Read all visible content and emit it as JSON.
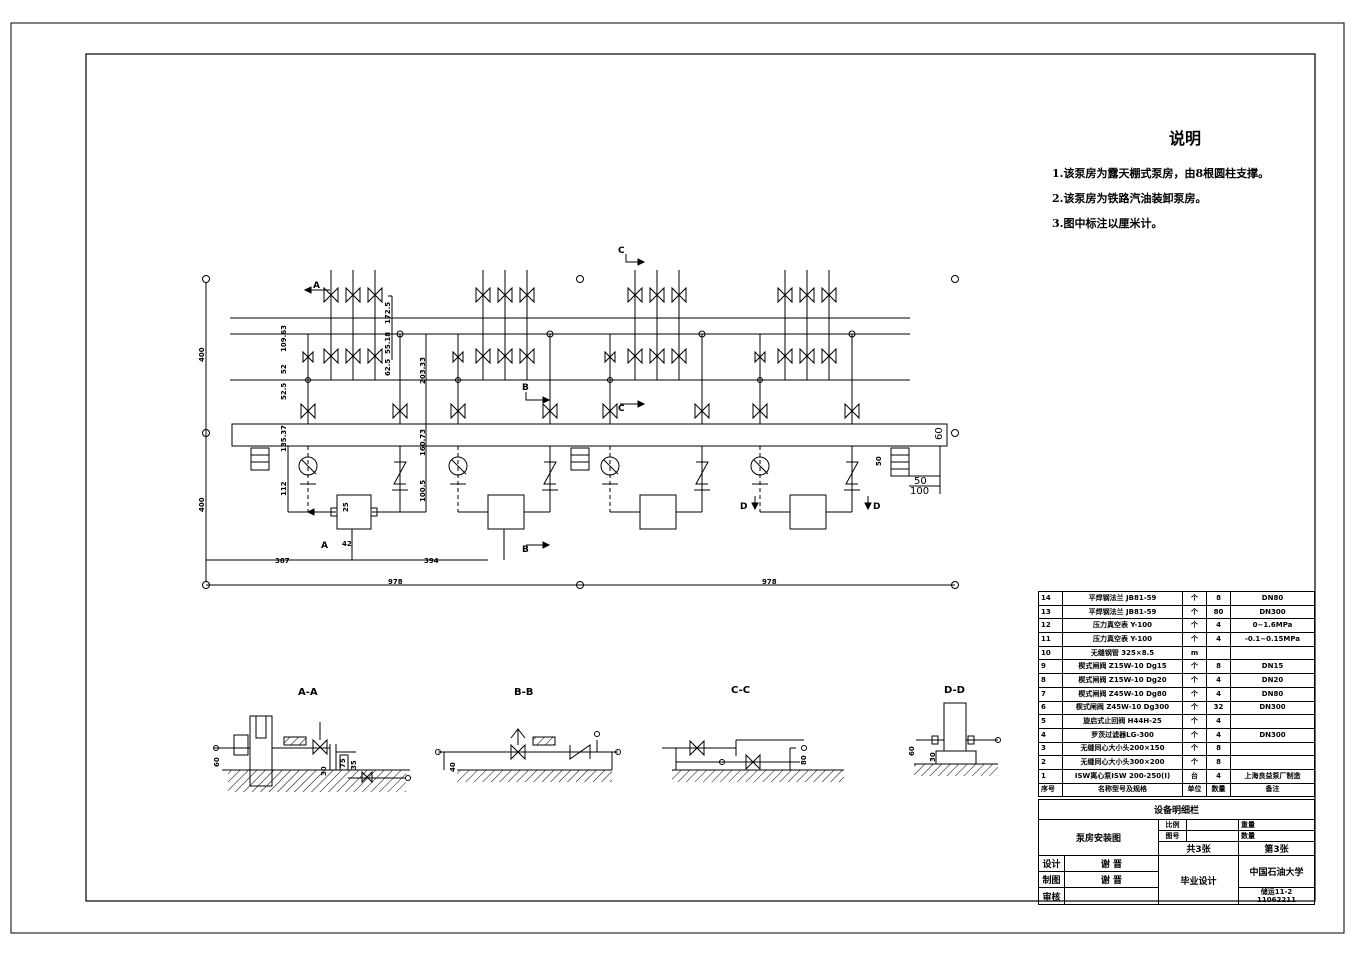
{
  "notes": {
    "title": "说明",
    "lines": [
      "1.该泵房为露天棚式泵房，由8根圆柱支撑。",
      "2.该泵房为铁路汽油装卸泵房。",
      "3.图中标注以厘米计。"
    ]
  },
  "sections": {
    "aa": "A-A",
    "bb": "B-B",
    "cc": "C-C",
    "dd": "D-D"
  },
  "cut_marks": {
    "a": "A",
    "b": "B",
    "c": "C",
    "d": "D"
  },
  "dims": {
    "total_left": "978",
    "total_right": "978",
    "d387": "387",
    "d394": "394",
    "v400_top": "400",
    "v400_bot": "400",
    "d60": "60",
    "d50": "50",
    "d100": "100",
    "d112": "112",
    "d109_63": "109.63",
    "d52": "52",
    "d52_5": "52.5",
    "d62_5": "62.5",
    "d135_37": "135.37",
    "d203_33": "203.33",
    "d160_73": "160.73",
    "d100_5": "100.5",
    "d172_5": "172.5",
    "d55_18": "55.18",
    "d25": "25",
    "d42": "42",
    "d30": "30",
    "d40": "40",
    "d75": "75",
    "d35": "35",
    "d80": "80",
    "d50b": "50"
  },
  "equipment": {
    "rows": [
      {
        "no": "14",
        "name": "平焊钢法兰  JB81-59",
        "unit": "个",
        "qty": "8",
        "note": "DN80"
      },
      {
        "no": "13",
        "name": "平焊钢法兰  JB81-59",
        "unit": "个",
        "qty": "80",
        "note": "DN300"
      },
      {
        "no": "12",
        "name": "压力真空表  Y-100",
        "unit": "个",
        "qty": "4",
        "note": "0~1.6MPa"
      },
      {
        "no": "11",
        "name": "压力真空表  Y-100",
        "unit": "个",
        "qty": "4",
        "note": "-0.1~0.15MPa"
      },
      {
        "no": "10",
        "name": "无缝钢管  325×8.5",
        "unit": "m",
        "qty": "",
        "note": ""
      },
      {
        "no": "9",
        "name": "楔式闸阀  Z15W-10 Dg15",
        "unit": "个",
        "qty": "8",
        "note": "DN15"
      },
      {
        "no": "8",
        "name": "楔式闸阀  Z15W-10 Dg20",
        "unit": "个",
        "qty": "4",
        "note": "DN20"
      },
      {
        "no": "7",
        "name": "楔式闸阀  Z45W-10 Dg80",
        "unit": "个",
        "qty": "4",
        "note": "DN80"
      },
      {
        "no": "6",
        "name": "楔式闸阀  Z45W-10 Dg300",
        "unit": "个",
        "qty": "32",
        "note": "DN300"
      },
      {
        "no": "5",
        "name": "旋启式止回阀 H44H-25",
        "unit": "个",
        "qty": "4",
        "note": ""
      },
      {
        "no": "4",
        "name": "罗茨过滤器LG-300",
        "unit": "个",
        "qty": "4",
        "note": "DN300"
      },
      {
        "no": "3",
        "name": "无缝同心大小头200×150",
        "unit": "个",
        "qty": "8",
        "note": ""
      },
      {
        "no": "2",
        "name": "无缝同心大小头300×200",
        "unit": "个",
        "qty": "8",
        "note": ""
      },
      {
        "no": "1",
        "name": "ISW离心泵ISW 200-250(I)",
        "unit": "台",
        "qty": "4",
        "note": "上海良益泵厂制造"
      }
    ],
    "header": {
      "no": "序号",
      "name": "名称型号及规格",
      "unit": "单位",
      "qty": "数量",
      "note": "备注"
    },
    "caption": "设备明细栏"
  },
  "titleblock": {
    "drawing_name": "泵房安装图",
    "scale": "比例",
    "drawing_no": "图号",
    "weight": "重量",
    "quantity": "数量",
    "total_sheets": "共3张",
    "sheet_no": "第3张",
    "design_label": "设计",
    "design_name": "谢 晋",
    "draw_label": "制图",
    "draw_name": "谢 晋",
    "review_label": "审核",
    "project": "毕业设计",
    "school": "中国石油大学",
    "class_code": "储运11-2",
    "student_no": "11062211"
  }
}
